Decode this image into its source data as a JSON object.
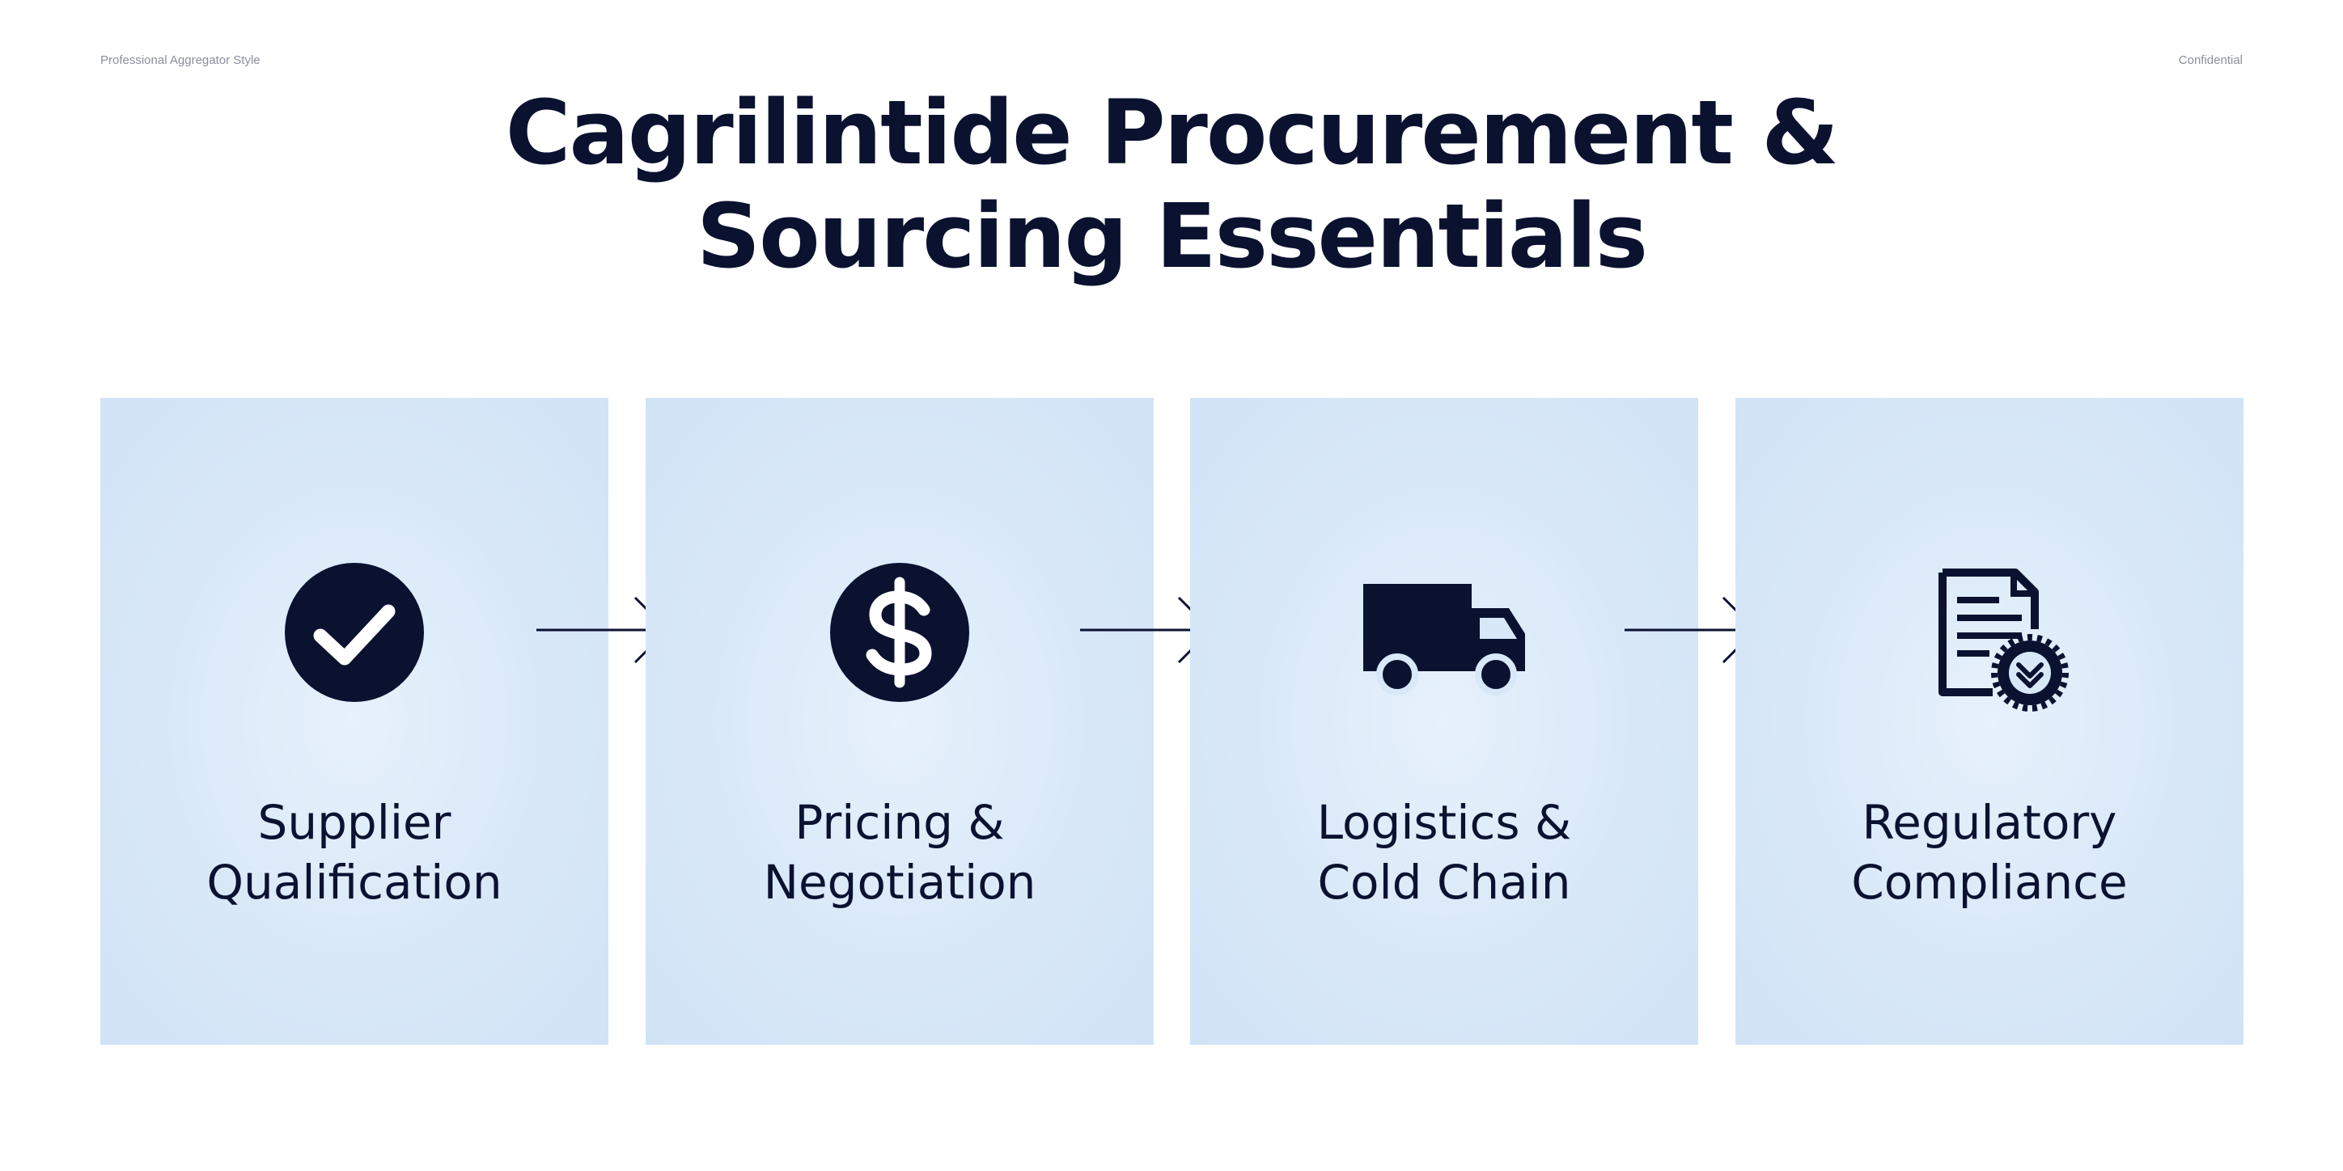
{
  "header": {
    "left_caption": "Professional Aggregator Style",
    "right_caption": "Confidential"
  },
  "title": {
    "line1": "Cagrilintide Procurement &",
    "line2": "Sourcing Essentials"
  },
  "steps": [
    {
      "icon": "checkmark-circle-icon",
      "label_line1": "Supplier",
      "label_line2": "Qualification"
    },
    {
      "icon": "dollar-circle-icon",
      "label_line1": "Pricing &",
      "label_line2": "Negotiation"
    },
    {
      "icon": "delivery-truck-icon",
      "label_line1": "Logistics &",
      "label_line2": "Cold Chain"
    },
    {
      "icon": "certified-document-icon",
      "label_line1": "Regulatory",
      "label_line2": "Compliance"
    }
  ],
  "colors": {
    "ink": "#0b1230",
    "card_background": "#d8e8f8",
    "page_background": "#ffffff"
  }
}
